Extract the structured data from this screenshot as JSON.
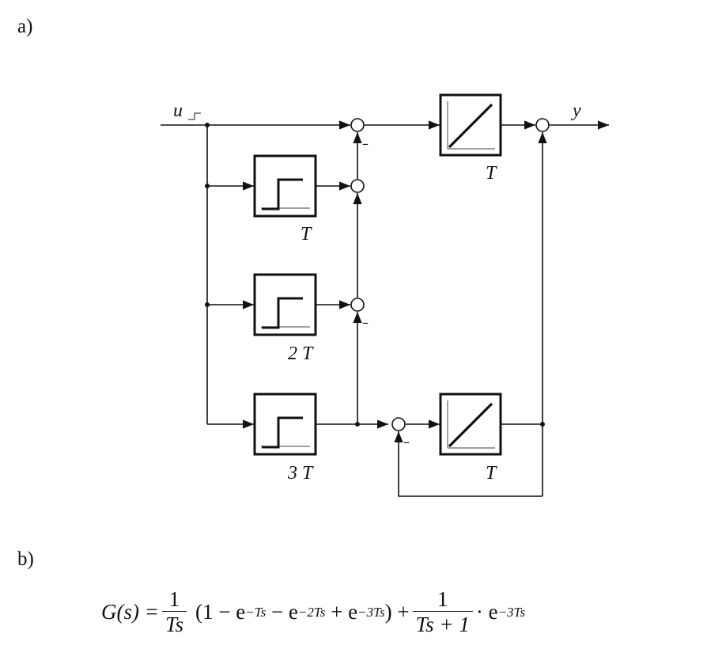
{
  "labels": {
    "part_a": "a)",
    "part_b": "b)"
  },
  "signals": {
    "input": "u",
    "output": "y"
  },
  "blocks": {
    "integrator_top": "T",
    "delay_1": "T",
    "delay_2": "2 T",
    "delay_3": "3 T",
    "integrator_bottom": "T"
  },
  "signs": {
    "minus": "–"
  },
  "formula": {
    "lhs": "G(s) =",
    "frac1_num": "1",
    "frac1_den": "Ts",
    "paren_open": "(1 − e",
    "exp1": "−Ts",
    "minus_e": " − e",
    "exp2": "−2Ts",
    "plus_e": " + e",
    "exp3": "−3Ts",
    "paren_close": ") +",
    "frac2_num": "1",
    "frac2_den": "Ts + 1",
    "dot_e": "· e",
    "exp4": "−3Ts"
  }
}
